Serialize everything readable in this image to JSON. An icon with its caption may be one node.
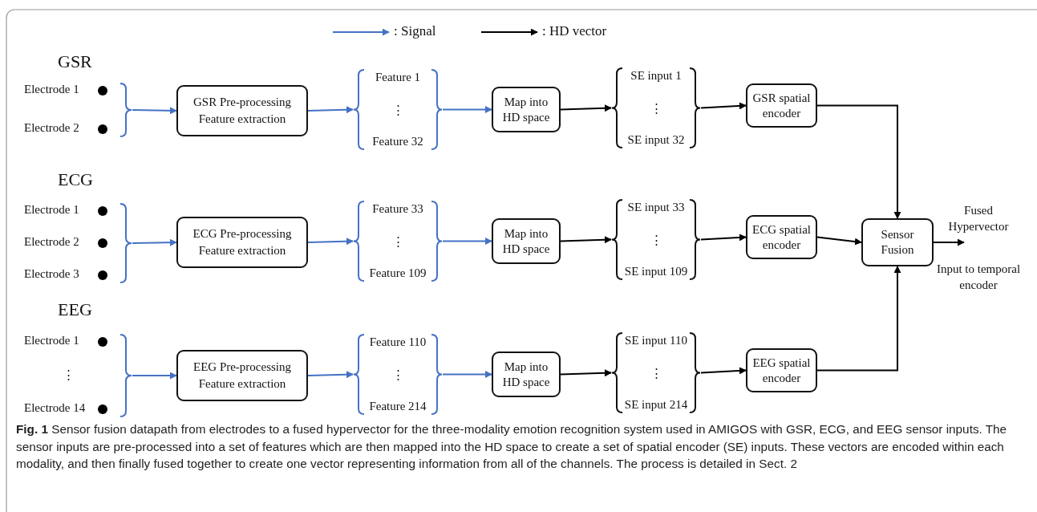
{
  "diagram": {
    "caption": "**Fig. 1** Sensor fusion datapath from electrodes to a fused hypervector for the three-modality emotion recognition system used in AMIGOS with GSR, ECG, and EEG sensor inputs. The sensor inputs are pre-processed into a set of features which are then mapped into the HD space to create a set of spatial encoder (SE) inputs. These vectors are encoded within each modality, and then finally fused together to create one vector representing information from all of the channels. The process is detailed in Sect. 2",
    "nodes": [
      {
        "text": [
          "Electrode 1",
          "Electrode 2"
        ]
      },
      {
        "text": [
          "GSR Pre-processing",
          "Feature extraction"
        ]
      },
      {
        "text": [
          "Feature 1",
          "⋮",
          "Feature 32"
        ]
      },
      {
        "text": [
          "Map into HD space"
        ]
      },
      {
        "text": [
          "SE input 1",
          "⋮",
          "SE input 32"
        ]
      },
      {
        "text": [
          "GSR spatial encoder"
        ]
      },
      {
        "text": [
          "Electrode 1",
          "Electrode 2",
          "Electrode 3"
        ]
      },
      {
        "text": [
          "ECG Pre-processing",
          "Feature extraction"
        ]
      },
      {
        "text": [
          "Feature 33",
          "⋮",
          "Feature 109"
        ]
      },
      {
        "text": [
          "Map into HD space"
        ]
      },
      {
        "text": [
          "SE input 33",
          "⋮",
          "SE input 109"
        ]
      },
      {
        "text": [
          "ECG spatial encoder"
        ]
      },
      {
        "text": [
          "Electrode 1",
          "⋮",
          "Electrode 14"
        ]
      },
      {
        "text": [
          "EEG Pre-processing",
          "Feature extraction"
        ]
      },
      {
        "text": [
          "Feature 110",
          "⋮",
          "Feature 214"
        ]
      },
      {
        "text": [
          "Map into HD space"
        ]
      },
      {
        "text": [
          "SE input 110",
          "⋮",
          "SE input 214"
        ]
      },
      {
        "text": [
          "EEG spatial encoder"
        ]
      },
      {
        "text": [
          "Sensor Fusion"
        ]
      }
    ],
    "edges": [
      {
        "from": 0,
        "to": 1,
        "arrow": "to",
        "color": "#4472c4"
      },
      {
        "from": 1,
        "to": 2,
        "arrow": "to",
        "color": "#4472c4"
      },
      {
        "from": 2,
        "to": 3,
        "arrow": "to",
        "color": "#4472c4"
      },
      {
        "from": 3,
        "to": 4,
        "arrow": "to"
      },
      {
        "from": 4,
        "to": 5,
        "arrow": "to"
      },
      {
        "from": 6,
        "to": 7,
        "arrow": "to",
        "color": "#4472c4"
      },
      {
        "from": 7,
        "to": 8,
        "arrow": "to",
        "color": "#4472c4"
      },
      {
        "from": 8,
        "to": 9,
        "arrow": "to",
        "color": "#4472c4"
      },
      {
        "from": 9,
        "to": 10,
        "arrow": "to"
      },
      {
        "from": 10,
        "to": 11,
        "arrow": "to"
      },
      {
        "from": 12,
        "to": 13,
        "arrow": "to",
        "color": "#4472c4"
      },
      {
        "from": 13,
        "to": 14,
        "arrow": "to",
        "color": "#4472c4"
      },
      {
        "from": 14,
        "to": 15,
        "arrow": "to",
        "color": "#4472c4"
      },
      {
        "from": 15,
        "to": 16,
        "arrow": "to"
      },
      {
        "from": 16,
        "to": 17,
        "arrow": "to"
      },
      {
        "from": 5,
        "to": 18,
        "arrow": "to"
      },
      {
        "from": 11,
        "to": 18,
        "arrow": "to"
      },
      {
        "from": 17,
        "to": 18,
        "arrow": "to"
      },
      {
        "from": 18,
        "to": null,
        "arrow": "to",
        "label": "Fused Hypervector"
      }
    ],
    "labels": [
      "GSR",
      "ECG",
      "EEG",
      "Input to temporal encoder"
    ],
    "legend": [
      {
        "text": ": Signal"
      },
      {
        "text": ": HD vector"
      }
    ]
  }
}
